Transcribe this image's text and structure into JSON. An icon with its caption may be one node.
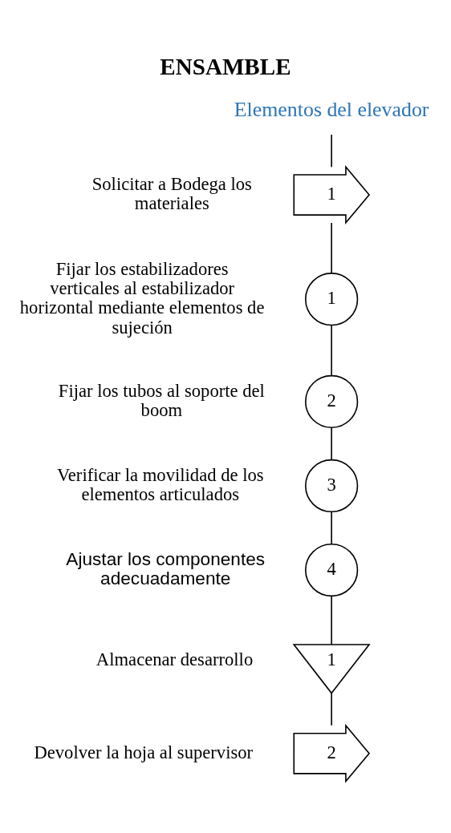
{
  "diagram": {
    "title": "ENSAMBLE",
    "nodes": [
      {
        "text": [
          "Elementos del elevador"
        ]
      },
      {
        "text": [
          "1"
        ],
        "beside": [
          "Solicitar a Bodega los materiales"
        ]
      },
      {
        "text": [
          "1"
        ],
        "beside": [
          "Fijar los estabilizadores verticales al estabilizador horizontal mediante elementos de sujeción"
        ]
      },
      {
        "text": [
          "2"
        ],
        "beside": [
          "Fijar los tubos al soporte del boom"
        ]
      },
      {
        "text": [
          "3"
        ],
        "beside": [
          "Verificar la movilidad de los elementos articulados"
        ]
      },
      {
        "text": [
          "4"
        ],
        "beside": [
          "Ajustar los componentes adecuadamente"
        ]
      },
      {
        "text": [
          "1"
        ],
        "beside": [
          "Almacenar desarrollo"
        ]
      },
      {
        "text": [
          "2"
        ],
        "beside": [
          "Devolver la hoja al supervisor"
        ]
      }
    ],
    "edges": [
      {
        "from": 0,
        "to": 1,
        "arrow": "none"
      },
      {
        "from": 1,
        "to": 2,
        "arrow": "none"
      },
      {
        "from": 2,
        "to": 3,
        "arrow": "none"
      },
      {
        "from": 3,
        "to": 4,
        "arrow": "none"
      },
      {
        "from": 4,
        "to": 5,
        "arrow": "none"
      },
      {
        "from": 5,
        "to": 6,
        "arrow": "none"
      },
      {
        "from": 6,
        "to": 7,
        "arrow": "none"
      }
    ]
  }
}
